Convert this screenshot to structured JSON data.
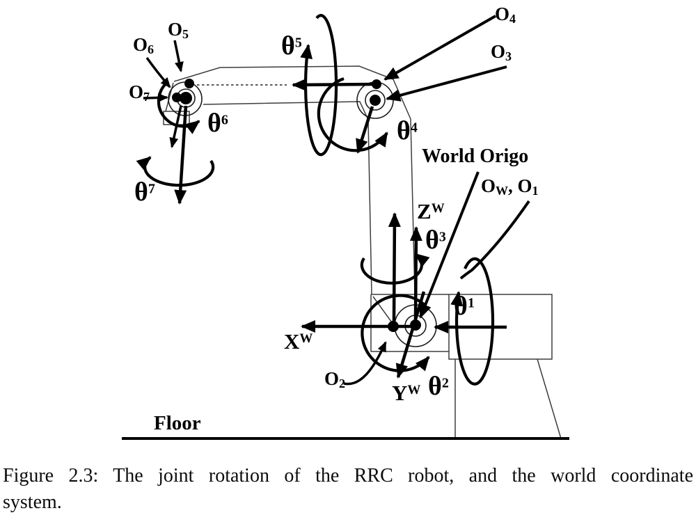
{
  "figure": {
    "caption_line1": "Figure 2.3: The joint rotation of the RRC robot, and the world coordinate",
    "caption_line2": "system."
  },
  "labels": {
    "o1w": {
      "base1": "O",
      "sub1": "W",
      "sep": ", ",
      "base2": "O",
      "sub2": "1"
    },
    "o2": {
      "base": "O",
      "sub": "2"
    },
    "o3": {
      "base": "O",
      "sub": "3"
    },
    "o4": {
      "base": "O",
      "sub": "4"
    },
    "o5": {
      "base": "O",
      "sub": "5"
    },
    "o6": {
      "base": "O",
      "sub": "6"
    },
    "o7": {
      "base": "O",
      "sub": "7"
    },
    "theta1": {
      "base": "θ",
      "sup": "1"
    },
    "theta2": {
      "base": "θ",
      "sup": "2"
    },
    "theta3": {
      "base": "θ",
      "sup": "3"
    },
    "theta4": {
      "base": "θ",
      "sup": "4"
    },
    "theta5": {
      "base": "θ",
      "sup": "5"
    },
    "theta6": {
      "base": "θ",
      "sup": "6"
    },
    "theta7": {
      "base": "θ",
      "sup": "7"
    },
    "world_origo": "World Origo",
    "x_axis": {
      "base": "X",
      "sup": "W"
    },
    "y_axis": {
      "base": "Y",
      "sup": "W"
    },
    "z_axis": {
      "base": "Z",
      "sup": "W"
    },
    "floor": "Floor"
  }
}
